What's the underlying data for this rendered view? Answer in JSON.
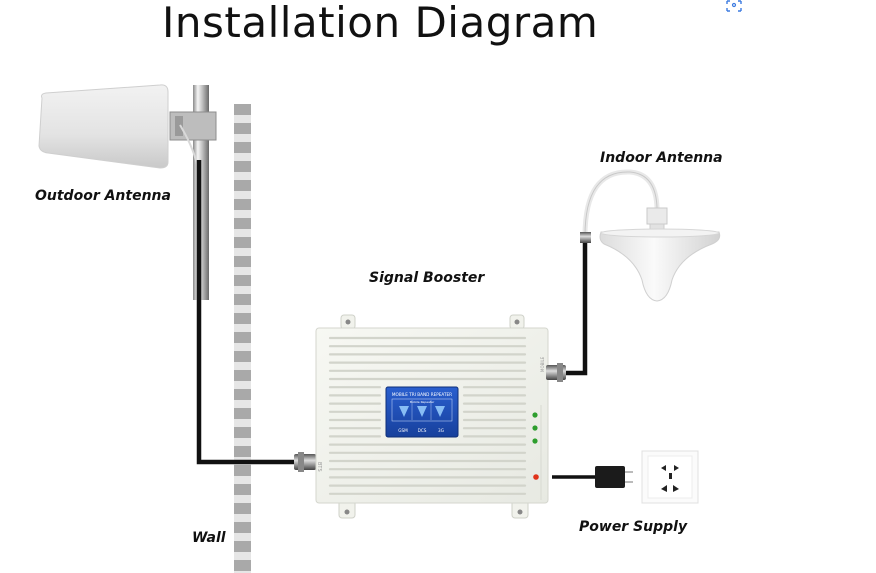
{
  "title": "Installation Diagram",
  "labels": {
    "outdoor_antenna": "Outdoor Antenna",
    "indoor_antenna": "Indoor Antenna",
    "signal_booster": "Signal Booster",
    "power_supply": "Power Supply",
    "wall": "Wall"
  },
  "booster_display": {
    "heading": "MOBILE TRI BAND REPEATER",
    "subheading": "Mobile Repeater",
    "bands": [
      "GSM",
      "DCS",
      "3G"
    ]
  },
  "ports": {
    "bts": "BTS",
    "mobile": "MOBILE"
  },
  "indicators": {
    "status_led_color": "#2e9e2e",
    "power_led_color": "#e0331a"
  },
  "icons": {
    "scan": "scan-icon"
  },
  "colors": {
    "cable": "#111111",
    "wall_dark": "#a9a9a9",
    "wall_light": "#e6e6e6",
    "display_bg": "#1d4fb8"
  }
}
